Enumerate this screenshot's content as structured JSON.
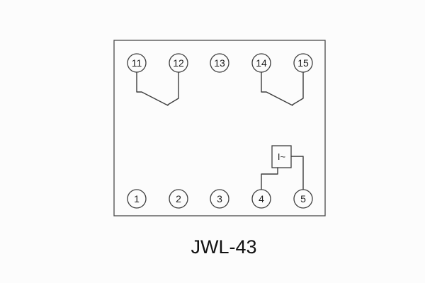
{
  "diagram": {
    "title": "JWL-43",
    "terminals": {
      "top": [
        "11",
        "12",
        "13",
        "14",
        "15"
      ],
      "bottom": [
        "1",
        "2",
        "3",
        "4",
        "5"
      ]
    },
    "coil_label": "I~",
    "colors": {
      "line": "#3d3d3d",
      "text": "#1c1c1c",
      "background": "#fcfcfc"
    }
  }
}
